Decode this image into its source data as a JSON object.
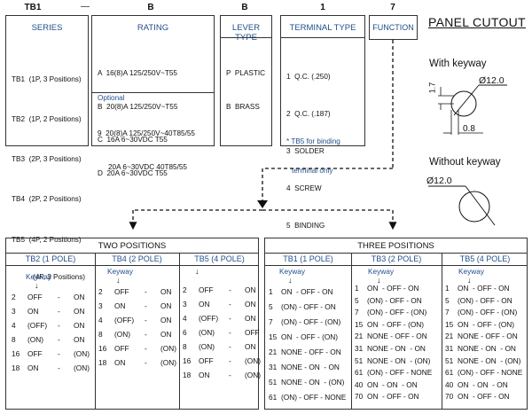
{
  "codes": {
    "series": "TB1",
    "dash": "—",
    "rating": "B",
    "lever": "B",
    "terminal": "1",
    "function": "7"
  },
  "series": {
    "header": "SERIES",
    "items": [
      {
        "code": "TB1",
        "desc": "(1P, 3 Positions)"
      },
      {
        "code": "TB2",
        "desc": "(1P, 2 Positions)"
      },
      {
        "code": "TB3",
        "desc": "(2P, 3 Positions)"
      },
      {
        "code": "TB4",
        "desc": "(2P, 2 Positions)"
      },
      {
        "code": "TB5",
        "desc": "(4P, 2 Positions)"
      }
    ],
    "extra": "(4P, 3 Positions)"
  },
  "rating": {
    "header": "RATING",
    "items": [
      {
        "code": "A",
        "desc": "16(8)A 125/250V~T55"
      },
      {
        "code": "B",
        "desc": "20(8)A 125/250V~T55"
      },
      {
        "code": "C",
        "desc": "16A 6~30VDC T55"
      },
      {
        "code": "D",
        "desc": "20A 6~30VDC T55"
      }
    ],
    "optional_label": "Optional",
    "optional_code": "9",
    "optional_line1": "20(8)A 125/250V~40T85/55",
    "optional_line2": "20A 6~30VDC 40T85/55"
  },
  "lever": {
    "header": "LEVER TYPE",
    "items": [
      {
        "code": "P",
        "desc": "PLASTIC"
      },
      {
        "code": "B",
        "desc": "BRASS"
      }
    ]
  },
  "terminal": {
    "header": "TERMINAL TYPE",
    "items": [
      {
        "code": "1",
        "desc": "Q.C. (.250)"
      },
      {
        "code": "2",
        "desc": "Q.C. (.187)"
      },
      {
        "code": "3",
        "desc": "SOLDER"
      },
      {
        "code": "4",
        "desc": "SCREW"
      },
      {
        "code": "5",
        "desc": "BINDING"
      }
    ],
    "note1": "* TB5 for binding",
    "note2": "terminal only"
  },
  "function": {
    "header": "FUNCTION"
  },
  "panel": {
    "title": "PANEL CUTOUT",
    "with_keyway": "With keyway",
    "without_keyway": "Without keyway",
    "dia1": "Ø12.0",
    "dim_17": "1.7",
    "dim_08": "0.8",
    "dia2": "Ø12.0"
  },
  "two_positions": {
    "title": "TWO POSITIONS",
    "keyway": "Keyway",
    "columns": [
      {
        "header": "TB2 (1 POLE)",
        "rows": [
          {
            "n": "2",
            "a": "OFF",
            "b": "ON"
          },
          {
            "n": "3",
            "a": "ON",
            "b": "ON"
          },
          {
            "n": "4",
            "a": "(OFF)",
            "b": "ON"
          },
          {
            "n": "8",
            "a": "(ON)",
            "b": "ON"
          },
          {
            "n": "16",
            "a": "OFF",
            "b": "(ON)"
          },
          {
            "n": "18",
            "a": "ON",
            "b": "(ON)"
          }
        ]
      },
      {
        "header": "TB4 (2 POLE)",
        "rows": [
          {
            "n": "2",
            "a": "OFF",
            "b": "ON"
          },
          {
            "n": "3",
            "a": "ON",
            "b": "ON"
          },
          {
            "n": "4",
            "a": "(OFF)",
            "b": "ON"
          },
          {
            "n": "8",
            "a": "(ON)",
            "b": "ON"
          },
          {
            "n": "16",
            "a": "OFF",
            "b": "(ON)"
          },
          {
            "n": "18",
            "a": "ON",
            "b": "(ON)"
          }
        ]
      },
      {
        "header": "TB5 (4 POLE)",
        "rows": [
          {
            "n": "2",
            "a": "OFF",
            "b": "ON"
          },
          {
            "n": "3",
            "a": "ON",
            "b": "ON"
          },
          {
            "n": "4",
            "a": "(OFF)",
            "b": "ON"
          },
          {
            "n": "6",
            "a": "(ON)",
            "b": "OFF"
          },
          {
            "n": "8",
            "a": "(ON)",
            "b": "ON"
          },
          {
            "n": "16",
            "a": "OFF",
            "b": "(ON)"
          },
          {
            "n": "18",
            "a": "ON",
            "b": "(ON)"
          }
        ]
      }
    ]
  },
  "three_positions": {
    "title": "THREE POSITIONS",
    "keyway": "Keyway",
    "columns": [
      {
        "header": "TB1 (1 POLE)",
        "rows": [
          {
            "n": "1",
            "t": "ON  - OFF - ON"
          },
          {
            "n": "5",
            "t": "(ON) - OFF - ON"
          },
          {
            "n": "7",
            "t": "(ON) - OFF - (ON)"
          },
          {
            "n": "15",
            "t": "ON  - OFF - (ON)"
          },
          {
            "n": "21",
            "t": "NONE - OFF - ON"
          },
          {
            "n": "31",
            "t": "NONE - ON  - ON"
          },
          {
            "n": "51",
            "t": "NONE - ON  - (ON)"
          },
          {
            "n": "61",
            "t": "(ON) - OFF - NONE"
          }
        ]
      },
      {
        "header": "TB3 (2 POLE)",
        "rows": [
          {
            "n": "1",
            "t": "ON  - OFF - ON"
          },
          {
            "n": "5",
            "t": "(ON) - OFF - ON"
          },
          {
            "n": "7",
            "t": "(ON) - OFF - (ON)"
          },
          {
            "n": "15",
            "t": "ON  - OFF - (ON)"
          },
          {
            "n": "21",
            "t": "NONE - OFF - ON"
          },
          {
            "n": "31",
            "t": "NONE - ON  - ON"
          },
          {
            "n": "51",
            "t": "NONE - ON  - (ON)"
          },
          {
            "n": "61",
            "t": "(ON) - OFF - NONE"
          },
          {
            "n": "40",
            "t": "ON  - ON  - ON"
          },
          {
            "n": "70",
            "t": "ON  - OFF - ON"
          }
        ]
      },
      {
        "header": "TB5 (4 POLE)",
        "rows": [
          {
            "n": "1",
            "t": "ON  - OFF - ON"
          },
          {
            "n": "5",
            "t": "(ON) - OFF - ON"
          },
          {
            "n": "7",
            "t": "(ON) - OFF - (ON)"
          },
          {
            "n": "15",
            "t": "ON  - OFF - (ON)"
          },
          {
            "n": "21",
            "t": "NONE - OFF - ON"
          },
          {
            "n": "31",
            "t": "NONE - ON  - ON"
          },
          {
            "n": "51",
            "t": "NONE - ON  - (ON)"
          },
          {
            "n": "61",
            "t": "(ON) - OFF - NONE"
          },
          {
            "n": "40",
            "t": "ON  - ON  - ON"
          },
          {
            "n": "70",
            "t": "ON  - OFF - ON"
          }
        ]
      }
    ]
  },
  "colors": {
    "header_blue": "#1f4e8c",
    "border": "#333333"
  }
}
